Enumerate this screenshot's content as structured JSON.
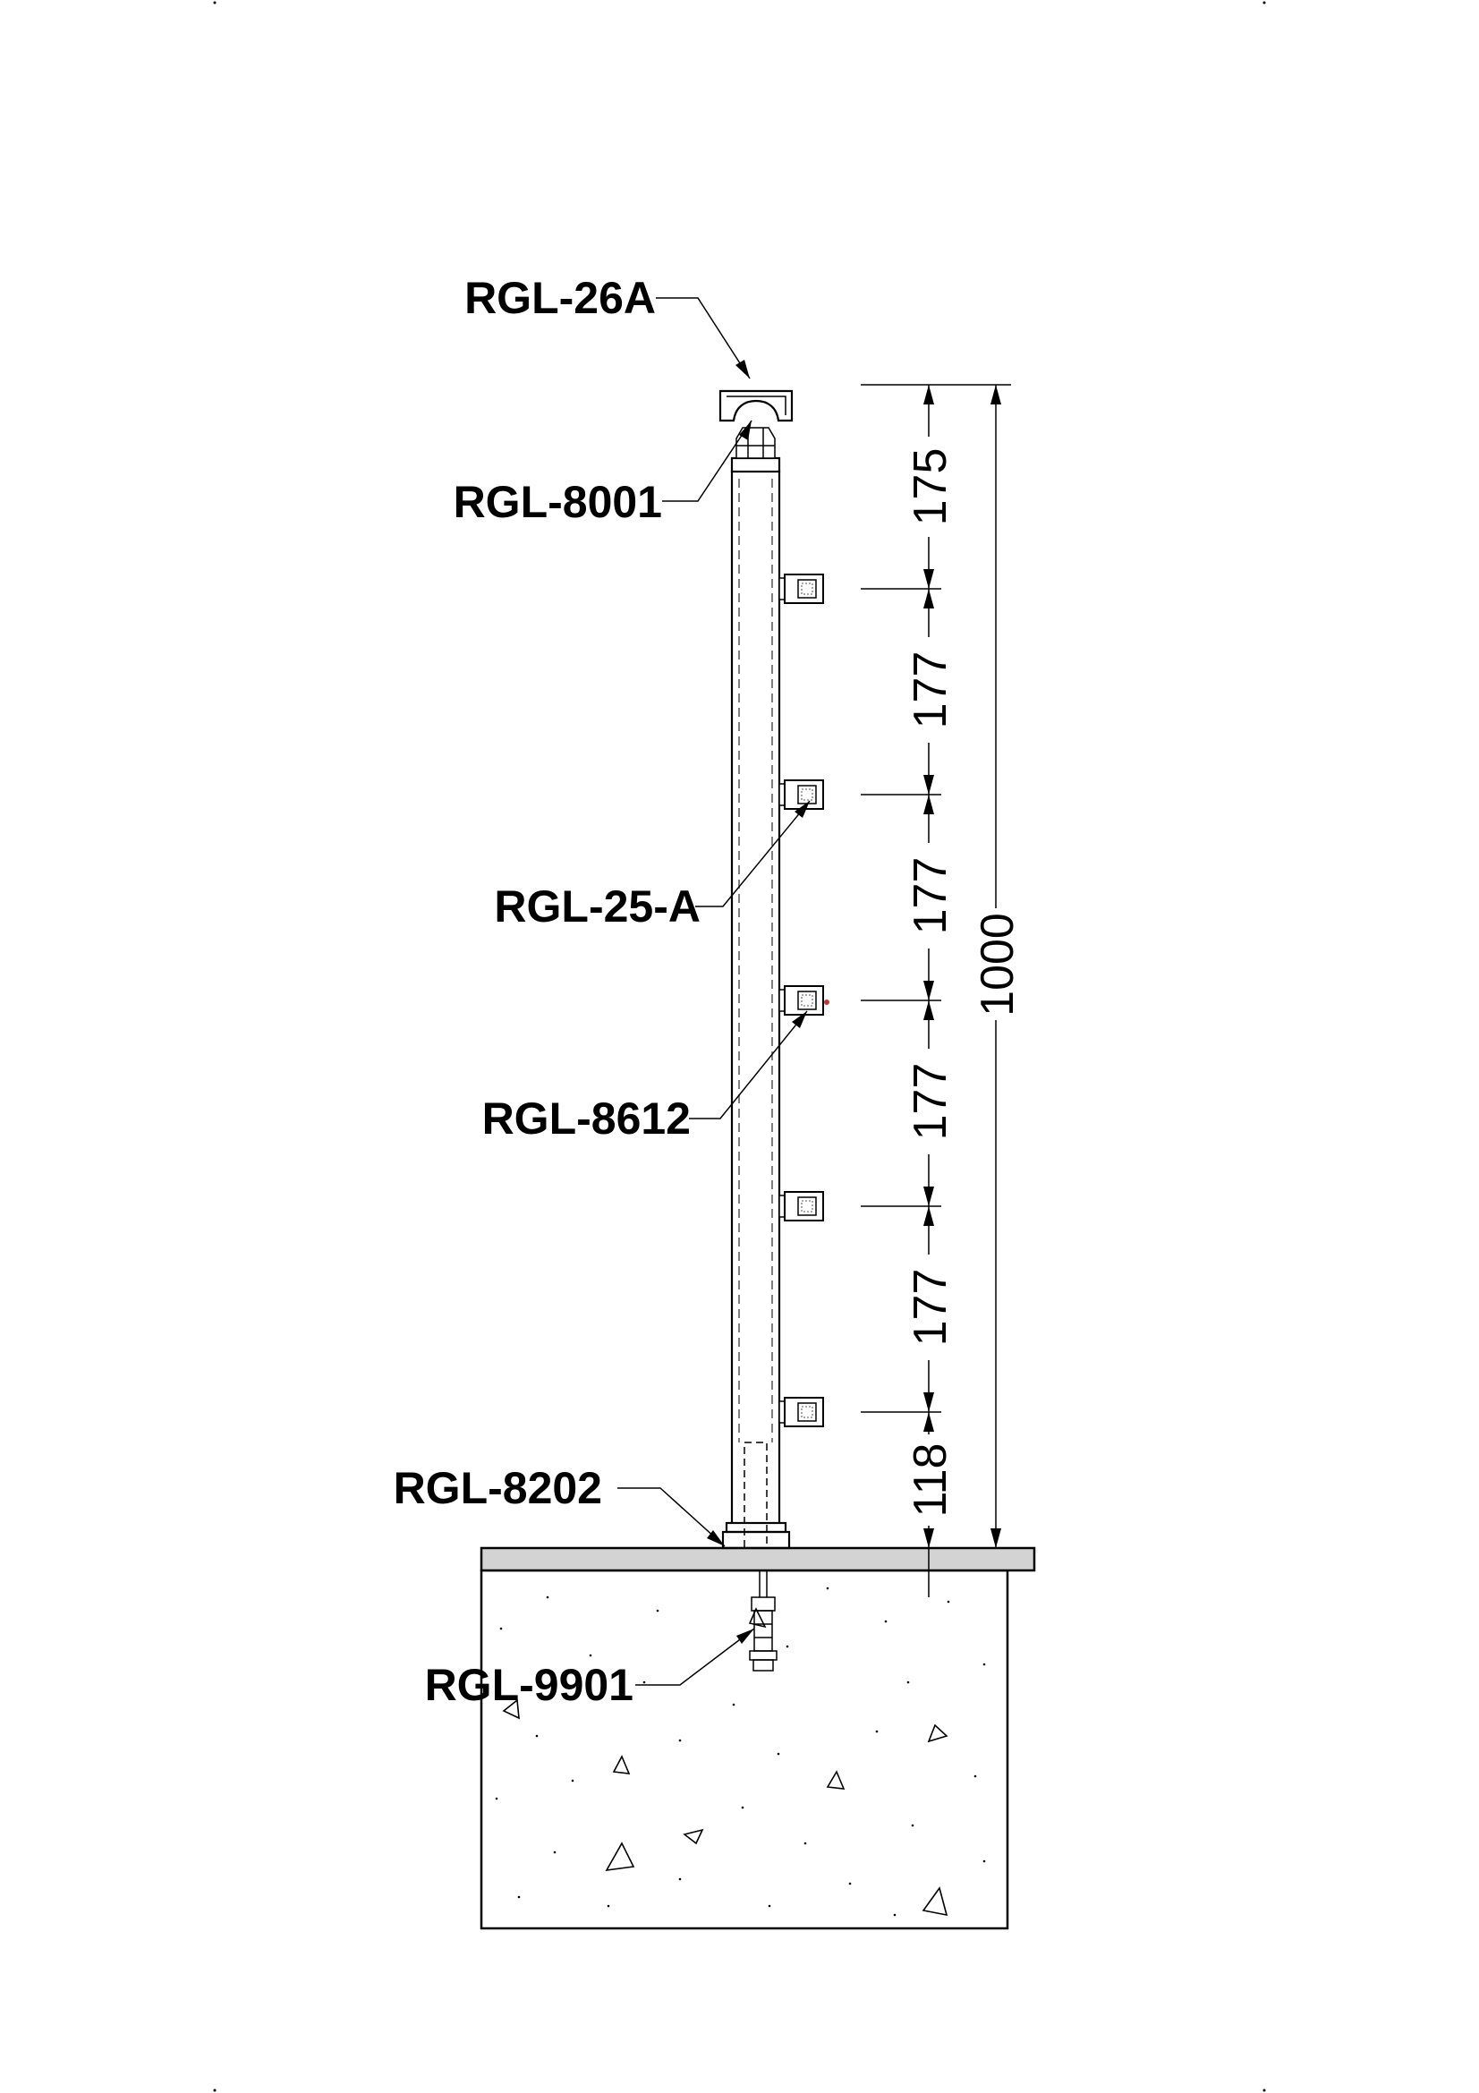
{
  "part_labels": {
    "handrail": "RGL-26A",
    "saddle": "RGL-8001",
    "tube_holder": "RGL-25-A",
    "post": "RGL-8612",
    "base_cover": "RGL-8202",
    "anchor": "RGL-9901"
  },
  "dimensions": {
    "segments": [
      "175",
      "177",
      "177",
      "177",
      "177",
      "118"
    ],
    "total": "1000"
  }
}
